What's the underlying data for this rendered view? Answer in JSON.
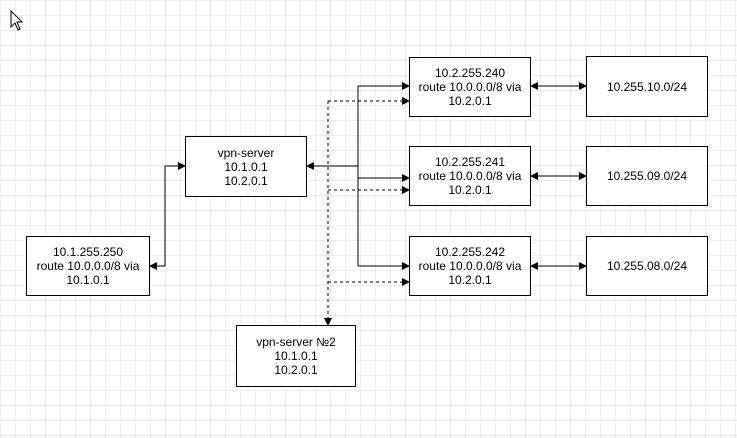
{
  "nodes": {
    "client": {
      "lines": [
        "10.1.255.250",
        "route 10.0.0.0/8 via",
        "10.1.0.1"
      ]
    },
    "vpn1": {
      "lines": [
        "vpn-server",
        "10.1.0.1",
        "10.2.0.1"
      ]
    },
    "vpn2": {
      "lines": [
        "vpn-server №2",
        "10.1.0.1",
        "10.2.0.1"
      ]
    },
    "gw240": {
      "lines": [
        "10.2.255.240",
        "route 10.0.0.0/8 via",
        "10.2.0.1"
      ]
    },
    "gw241": {
      "lines": [
        "10.2.255.241",
        "route 10.0.0.0/8 via",
        "10.2.0.1"
      ]
    },
    "gw242": {
      "lines": [
        "10.2.255.242",
        "route 10.0.0.0/8 via",
        "10.2.0.1"
      ]
    },
    "net10": {
      "lines": [
        "10.255.10.0/24"
      ]
    },
    "net09": {
      "lines": [
        "10.255.09.0/24"
      ]
    },
    "net08": {
      "lines": [
        "10.255.08.0/24"
      ]
    }
  }
}
